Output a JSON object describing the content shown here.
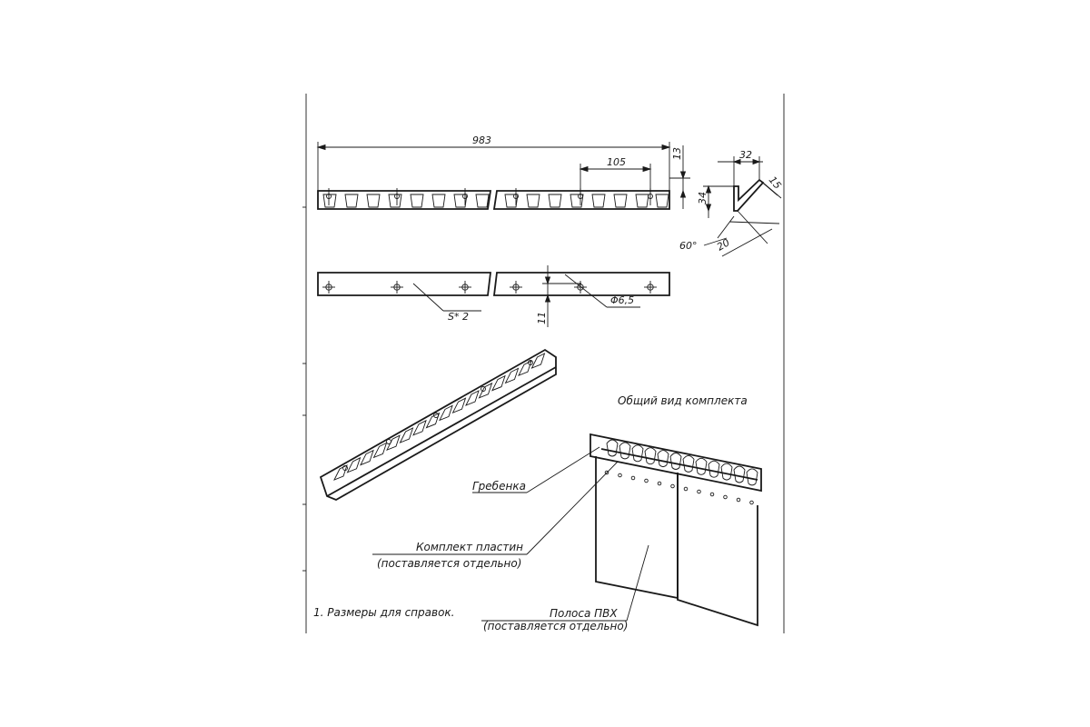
{
  "dimensions": {
    "overall_length": "983",
    "hole_pitch": "105",
    "top_offset": "13",
    "profile_height": "34",
    "profile_width": "32",
    "lip": "15",
    "lip_length": "20",
    "angle": "60°",
    "hole_offset": "11",
    "hole_diameter": "Φ6,5",
    "thickness": "S* 2"
  },
  "labels": {
    "general_view": "Общий вид комплекта",
    "comb": "Гребенка",
    "plates_set": "Комплект пластин",
    "plates_note": "(поставляется отдельно)",
    "pvc_strip": "Полоса ПВХ",
    "pvc_note": "(поставляется отдельно)",
    "note": "1. Размеры для справок."
  }
}
